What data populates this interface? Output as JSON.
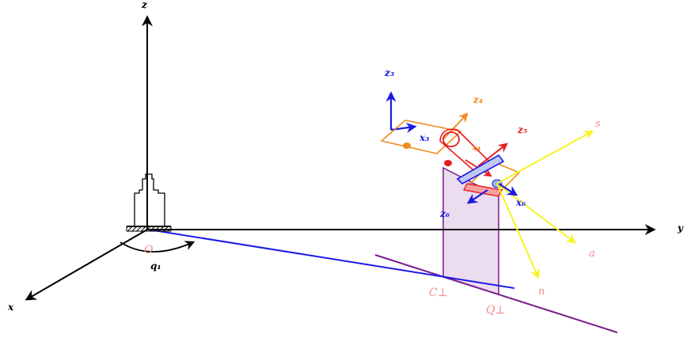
{
  "diagram": {
    "labels": {
      "z": "z",
      "y": "y",
      "x": "x",
      "O": "O",
      "q1": "q₁",
      "z3": "z₃",
      "x3": "x₃",
      "z4": "z₄",
      "x4": "x₄",
      "z5": "z₅",
      "z6": "z₆",
      "x6": "x₆",
      "s": "s",
      "a": "a",
      "n": "n",
      "C_perp": "C⊥",
      "Q_perp": "Q⊥"
    },
    "colors": {
      "axes": "#000000",
      "frame3": "#1a1ae6",
      "frame4": "#f08c1e",
      "frame5": "#e61e1e",
      "frame6": "#1a1ae6",
      "approach": "#f5f51e",
      "point_labels": "#f08c8c",
      "line_blue": "#1a1ae6",
      "line_purple": "#7a1a8c",
      "plane_fill": "#ecdcef"
    }
  }
}
